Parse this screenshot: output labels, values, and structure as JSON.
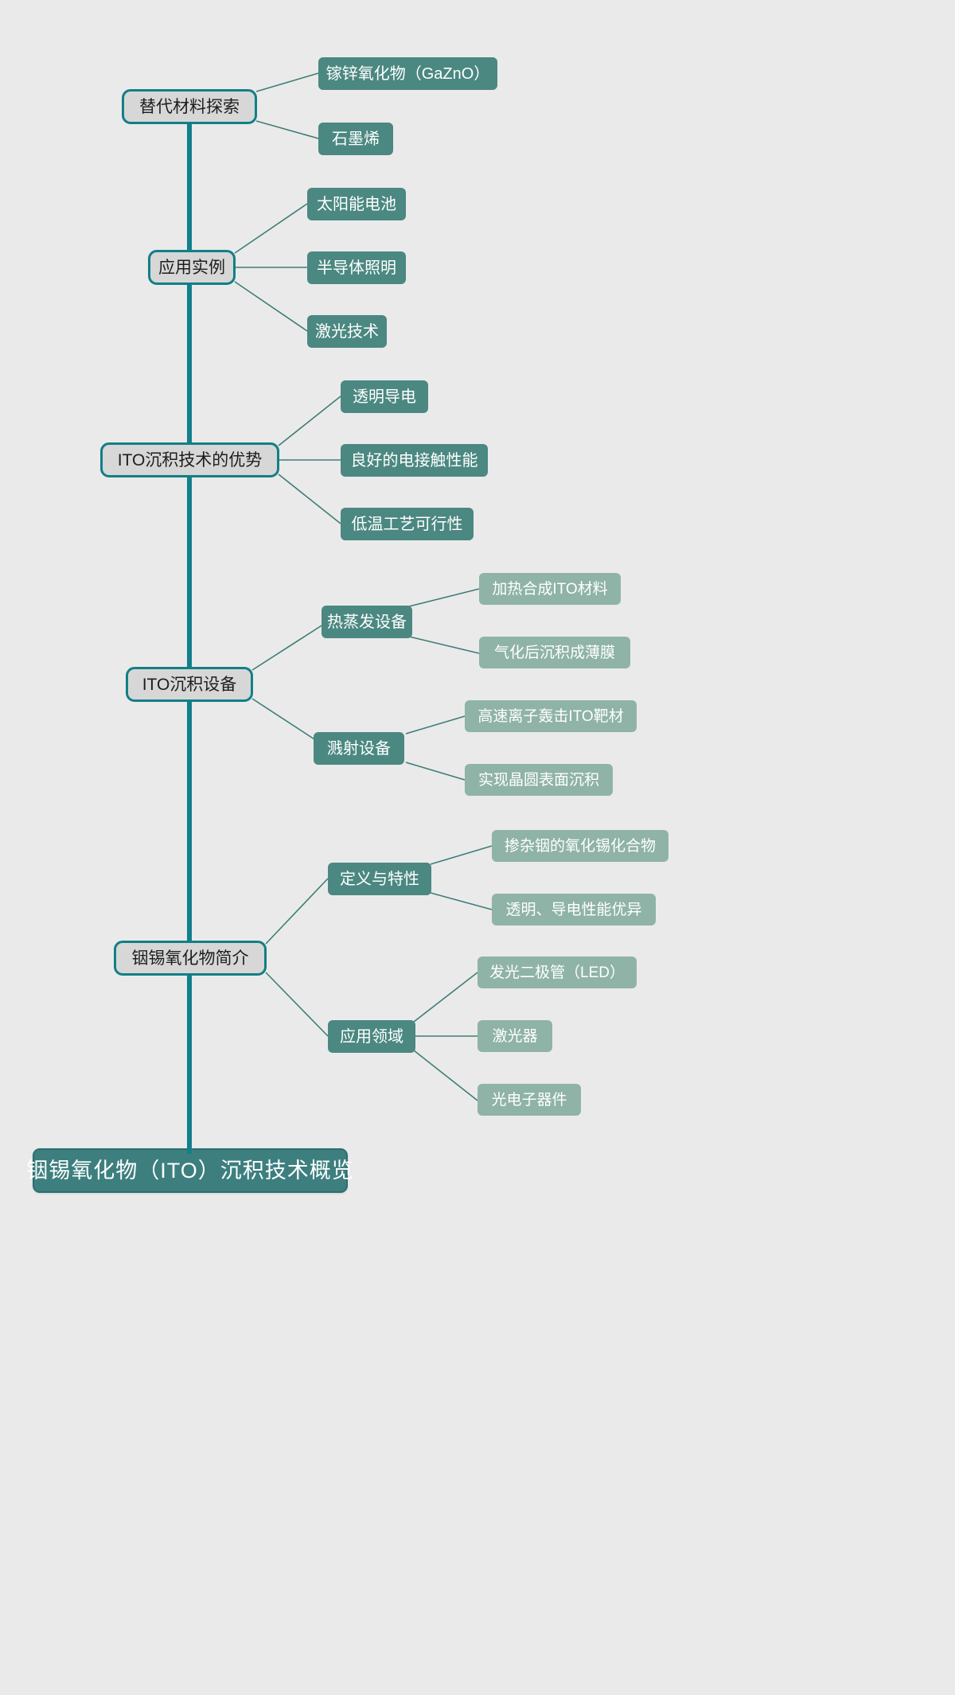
{
  "diagram": {
    "type": "mindmap",
    "title": "铟锡氧化物（ITO）沉积技术概览",
    "background_color": "#eaeaea",
    "colors": {
      "root_fill": "#3d7f7f",
      "root_border": "#2b6f72",
      "level1_fill": "#d7d7d7",
      "level1_border": "#127f86",
      "level2_fill": "#4b8881",
      "level3_fill": "#8fb3a7",
      "trunk": "#12808a",
      "connector": "#3f7d77"
    },
    "root": {
      "label": "铟锡氧化物（ITO）沉积技术概览"
    },
    "branches": [
      {
        "label": "替代材料探索",
        "children": [
          {
            "label": "镓锌氧化物（GaZnO）",
            "children": []
          },
          {
            "label": "石墨烯",
            "children": []
          }
        ]
      },
      {
        "label": "应用实例",
        "children": [
          {
            "label": "太阳能电池",
            "children": []
          },
          {
            "label": "半导体照明",
            "children": []
          },
          {
            "label": "激光技术",
            "children": []
          }
        ]
      },
      {
        "label": "ITO沉积技术的优势",
        "children": [
          {
            "label": "透明导电",
            "children": []
          },
          {
            "label": "良好的电接触性能",
            "children": []
          },
          {
            "label": "低温工艺可行性",
            "children": []
          }
        ]
      },
      {
        "label": "ITO沉积设备",
        "children": [
          {
            "label": "热蒸发设备",
            "children": [
              {
                "label": "加热合成ITO材料"
              },
              {
                "label": "气化后沉积成薄膜"
              }
            ]
          },
          {
            "label": "溅射设备",
            "children": [
              {
                "label": "高速离子轰击ITO靶材"
              },
              {
                "label": "实现晶圆表面沉积"
              }
            ]
          }
        ]
      },
      {
        "label": "铟锡氧化物简介",
        "children": [
          {
            "label": "定义与特性",
            "children": [
              {
                "label": "掺杂铟的氧化锡化合物"
              },
              {
                "label": "透明、导电性能优异"
              }
            ]
          },
          {
            "label": "应用领域",
            "children": [
              {
                "label": "发光二极管（LED）"
              },
              {
                "label": "激光器"
              },
              {
                "label": "光电子器件"
              }
            ]
          }
        ]
      }
    ]
  }
}
